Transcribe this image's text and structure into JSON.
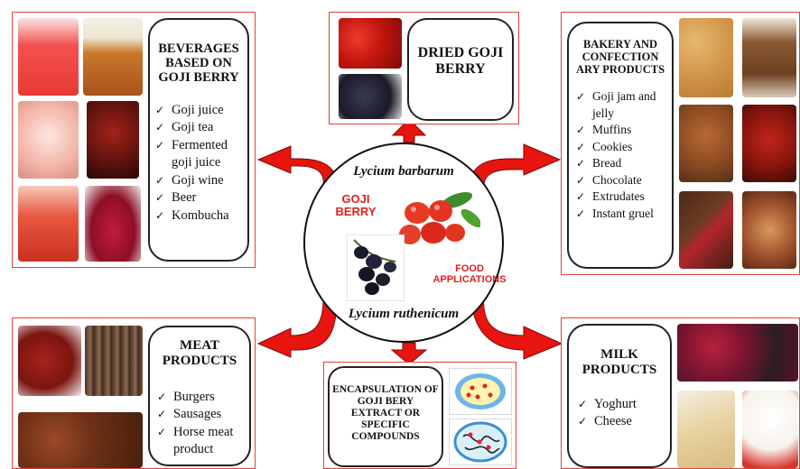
{
  "center": {
    "top_label": "Lycium barbarum",
    "bottom_label": "Lycium ruthenicum",
    "goji_label": "GOJI BERRY",
    "food_label": "FOOD APPLICATIONS"
  },
  "beverages": {
    "title": "BEVERAGES BASED ON GOJI BERRY",
    "items": [
      "Goji juice",
      "Goji tea",
      "Fermented goji juice",
      "Goji wine",
      "Beer",
      "Kombucha"
    ]
  },
  "dried": {
    "title": "DRIED GOJI BERRY"
  },
  "bakery": {
    "title": "BAKERY AND CONFECTION ARY PRODUCTS",
    "items": [
      "Goji jam and jelly",
      "Muffins",
      "Cookies",
      "Bread",
      "Chocolate",
      "Extrudates",
      "Instant gruel"
    ]
  },
  "meat": {
    "title": "MEAT PRODUCTS",
    "items": [
      "Burgers",
      "Sausages",
      "Horse meat product"
    ]
  },
  "encapsulation": {
    "title": "ENCAPSULATION OF GOJI BERY EXTRACT OR SPECIFIC COMPOUNDS"
  },
  "milk": {
    "title": "MILK PRODUCTS",
    "items": [
      "Yoghurt",
      "Cheese"
    ]
  },
  "colors": {
    "arrow": "#e8140f",
    "frame": "#e0433a",
    "label_red": "#e01f1f"
  }
}
